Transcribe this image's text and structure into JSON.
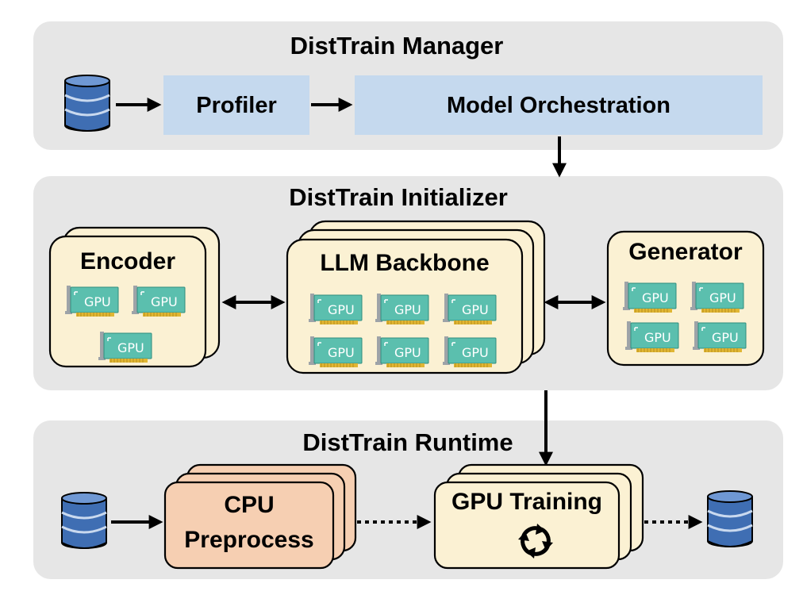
{
  "manager": {
    "title": "DistTrain Manager",
    "profiler_label": "Profiler",
    "orchestration_label": "Model Orchestration"
  },
  "initializer": {
    "title": "DistTrain Initializer",
    "encoder_label": "Encoder",
    "backbone_label": "LLM Backbone",
    "generator_label": "Generator",
    "gpu_label": "GPU"
  },
  "runtime": {
    "title": "DistTrain Runtime",
    "cpu_label_line1": "CPU",
    "cpu_label_line2": "Preprocess",
    "gpu_training_label": "GPU Training"
  },
  "icons": {
    "database": "database-icon",
    "gpu": "gpu-card-icon",
    "refresh": "refresh-cycle-icon"
  },
  "colors": {
    "panel": "#e6e6e6",
    "blue_box": "#c5d9ee",
    "cream_card": "#fbf1d3",
    "pink_card": "#f6cfb2",
    "gpu_board": "#5bbfae",
    "database": "#3f6eb3"
  }
}
